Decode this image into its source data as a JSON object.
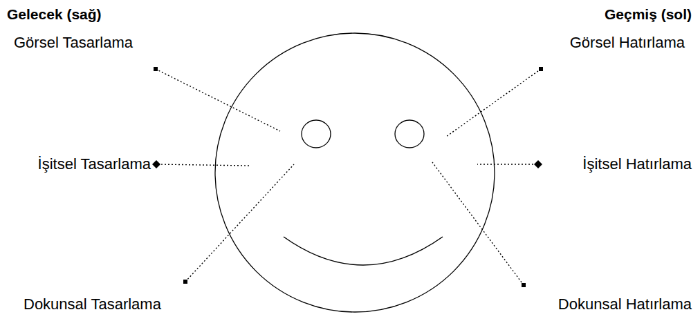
{
  "diagram": {
    "labels": [
      "Gelecek (sağ)",
      "Geçmiş (sol)",
      "Görsel Tasarlama",
      "İşitsel Tasarlama",
      "Dokunsal Tasarlama",
      "Görsel Hatırlama",
      "İşitsel Hatırlama",
      "Dokunsal Hatırlama"
    ]
  }
}
